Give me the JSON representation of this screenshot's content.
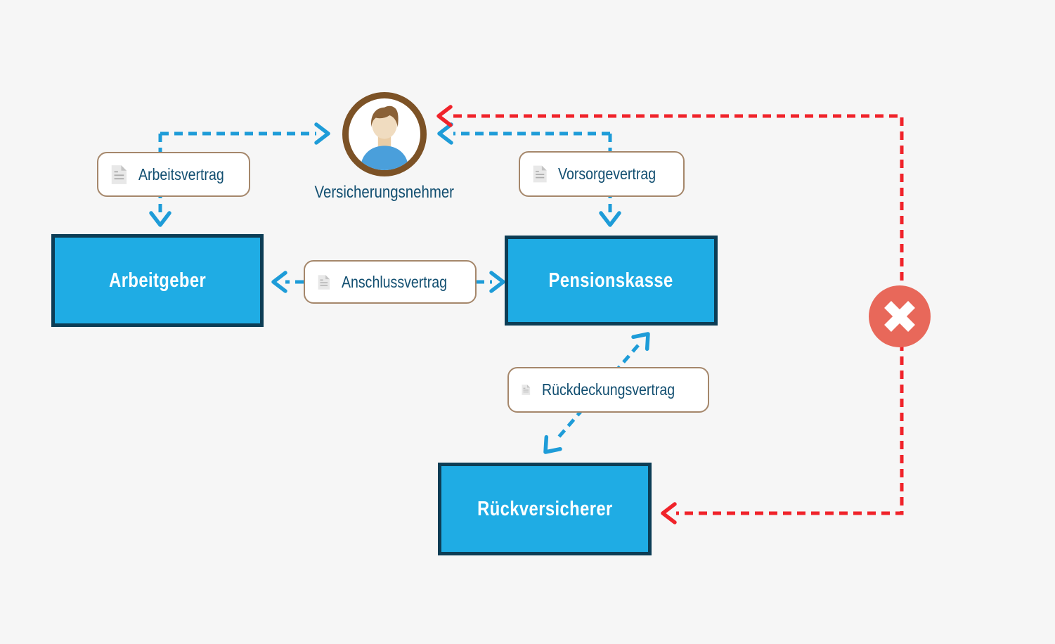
{
  "diagram": {
    "actor": {
      "label": "Versicherungsnehmer"
    },
    "entities": [
      {
        "id": "arbeitgeber",
        "label": "Arbeitgeber"
      },
      {
        "id": "pensionskasse",
        "label": "Pensionskasse"
      },
      {
        "id": "rueckversicherer",
        "label": "Rückversicherer"
      }
    ],
    "contracts": [
      {
        "id": "arbeitsvertrag",
        "label": "Arbeitsvertrag"
      },
      {
        "id": "vorsorgevertrag",
        "label": "Vorsorgevertrag"
      },
      {
        "id": "anschlussvertrag",
        "label": "Anschlussvertrag"
      },
      {
        "id": "rueckdeckungsvertrag",
        "label": "Rückdeckungsvertrag"
      }
    ],
    "connections": [
      {
        "from": "arbeitgeber",
        "to": "versicherungsnehmer",
        "via": "arbeitsvertrag",
        "style": "blue-dashed",
        "bidirectional": true
      },
      {
        "from": "pensionskasse",
        "to": "versicherungsnehmer",
        "via": "vorsorgevertrag",
        "style": "blue-dashed",
        "bidirectional": true
      },
      {
        "from": "arbeitgeber",
        "to": "pensionskasse",
        "via": "anschlussvertrag",
        "style": "blue-dashed",
        "bidirectional": true
      },
      {
        "from": "pensionskasse",
        "to": "rueckversicherer",
        "via": "rueckdeckungsvertrag",
        "style": "blue-dashed",
        "bidirectional": true
      },
      {
        "from": "versicherungsnehmer",
        "to": "rueckversicherer",
        "style": "red-dashed",
        "blocked": true
      }
    ],
    "icons": {
      "actor": "person-icon",
      "contract": "document-icon",
      "blocked": "error-x-icon"
    },
    "colors": {
      "background": "#f6f6f6",
      "box_fill": "#1face4",
      "box_border": "#0c3d55",
      "box_text": "#ffffff",
      "label_border": "#a5876b",
      "label_bg": "#ffffff",
      "text": "#114e70",
      "blue_line": "#1e9cd8",
      "red_line": "#f0232a",
      "error_badge": "#e8685a",
      "avatar_ring": "#7c5226",
      "avatar_hair": "#8a6137",
      "avatar_skin": "#f0dcc0",
      "avatar_shirt": "#4a9fdb",
      "doc_page": "#e8e8e8",
      "doc_fold": "#c4c4c4",
      "doc_lines": "#adadad"
    }
  }
}
